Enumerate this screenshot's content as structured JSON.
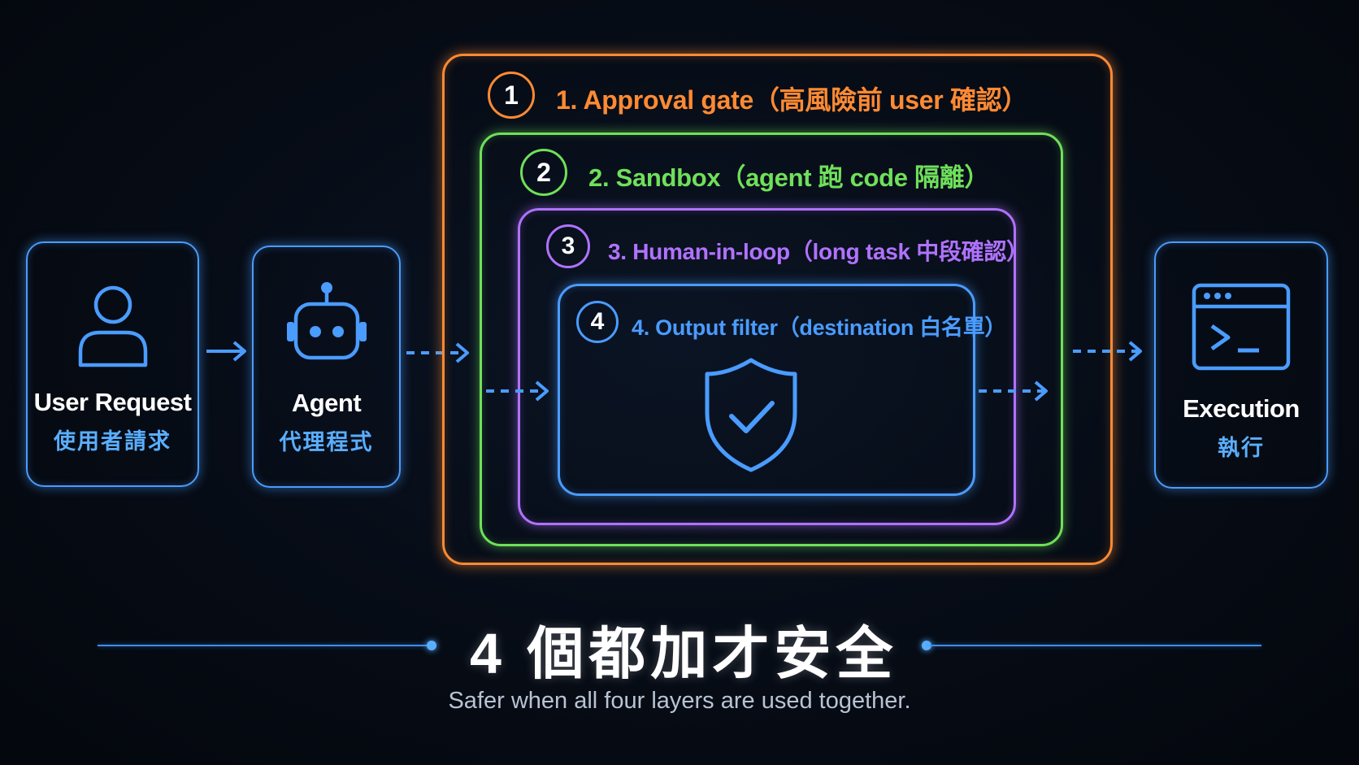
{
  "flow": {
    "user_request": {
      "title": "User Request",
      "subtitle": "使用者請求",
      "icon": "user-icon"
    },
    "agent": {
      "title": "Agent",
      "subtitle": "代理程式",
      "icon": "robot-icon"
    },
    "execution": {
      "title": "Execution",
      "subtitle": "執行",
      "icon": "terminal-icon"
    }
  },
  "layers": [
    {
      "number": "1",
      "label": "1. Approval gate（高風險前 user 確認）",
      "color": "#ff8a33"
    },
    {
      "number": "2",
      "label": "2. Sandbox（agent 跑 code 隔離）",
      "color": "#6fe05a"
    },
    {
      "number": "3",
      "label": "3. Human-in-loop（long task 中段確認）",
      "color": "#b072ff"
    },
    {
      "number": "4",
      "label": "4. Output filter（destination 白名單）",
      "color": "#4a9cff"
    }
  ],
  "center_icon": "shield-check-icon",
  "footer": {
    "title": "4 個都加才安全",
    "subtitle": "Safer when all four layers are used together."
  },
  "colors": {
    "accent_blue": "#4a9cff",
    "orange": "#ff8a33",
    "green": "#6fe05a",
    "purple": "#b072ff",
    "background": "#060b14"
  }
}
